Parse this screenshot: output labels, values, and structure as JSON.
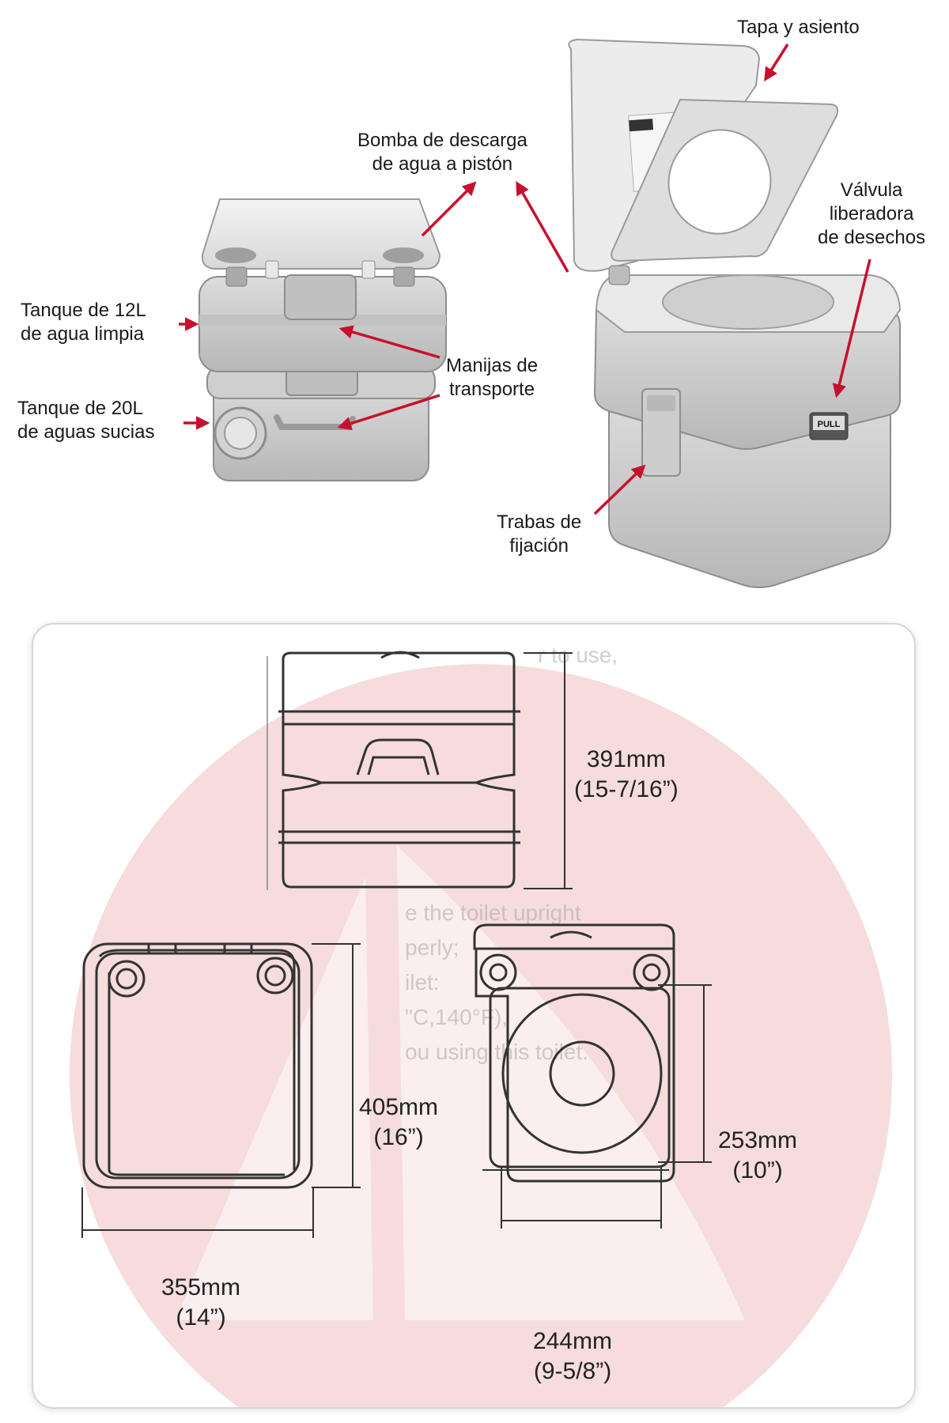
{
  "colors": {
    "arrow": "#c8102e",
    "plastic_light": "#e6e6e6",
    "plastic_mid": "#c9c9c9",
    "plastic_dark": "#9a9a9a",
    "watermark": "#f6dcdc",
    "line": "#333333"
  },
  "labels": {
    "tapa": [
      "Tapa y asiento"
    ],
    "bomba": [
      "Bomba de descarga",
      "de agua a pistón"
    ],
    "valvula": [
      "Válvula",
      "liberadora",
      "de desechos"
    ],
    "tanque12": [
      "Tanque de 12L",
      "de agua limpia"
    ],
    "manijas": [
      "Manijas de",
      "transporte"
    ],
    "tanque20": [
      "Tanque de 20L",
      "de aguas sucias"
    ],
    "trabas": [
      "Trabas de",
      "fijación"
    ]
  },
  "pull_label": "PULL",
  "dimensions": {
    "height": {
      "mm": "391mm",
      "inch": "(15-7/16”)"
    },
    "depth": {
      "mm": "405mm",
      "inch": "(16”)"
    },
    "width": {
      "mm": "355mm",
      "inch": "(14”)"
    },
    "seat_depth": {
      "mm": "253mm",
      "inch": "(10”)"
    },
    "seat_width": {
      "mm": "244mm",
      "inch": "(9-5/8”)"
    }
  },
  "background_scan_text": [
    "r to use,",
    "e the toilet upright",
    "perly;",
    "ilet:",
    "\"C,140°F),",
    "ou using this toilet."
  ]
}
